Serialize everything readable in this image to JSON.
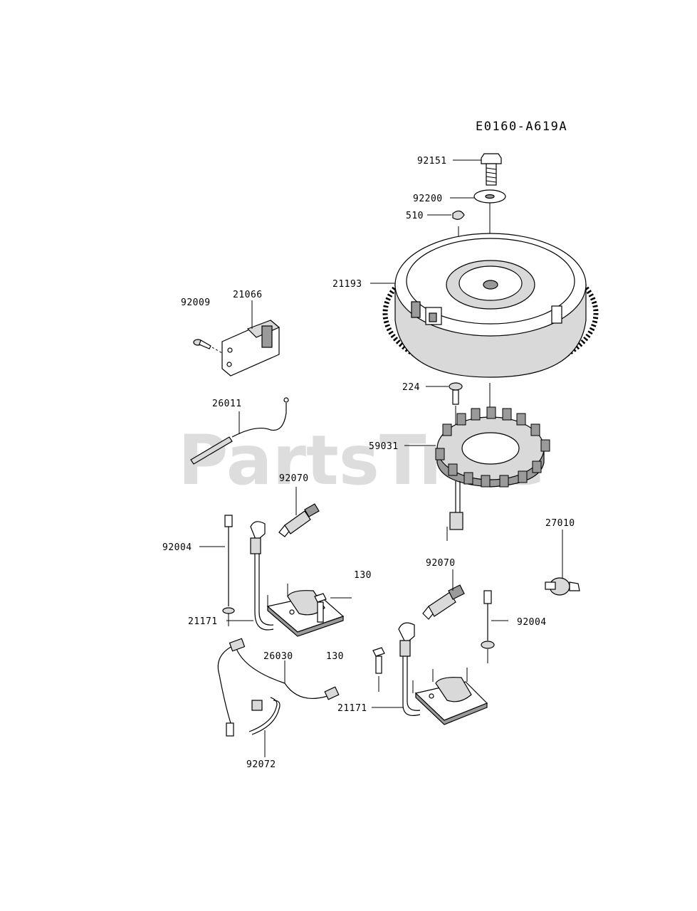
{
  "diagram_code": "E0160-A619A",
  "watermark": "PartsTree",
  "labels": {
    "l92151": "92151",
    "l92200": "92200",
    "l510": "510",
    "l21193": "21193",
    "l92009": "92009",
    "l21066": "21066",
    "l26011": "26011",
    "l224": "224",
    "l59031": "59031",
    "l92070a": "92070",
    "l92004a": "92004",
    "l130a": "130",
    "l27010": "27010",
    "l92070b": "92070",
    "l21171a": "21171",
    "l92004b": "92004",
    "l26030": "26030",
    "l130b": "130",
    "l21171b": "21171",
    "l92072": "92072"
  }
}
